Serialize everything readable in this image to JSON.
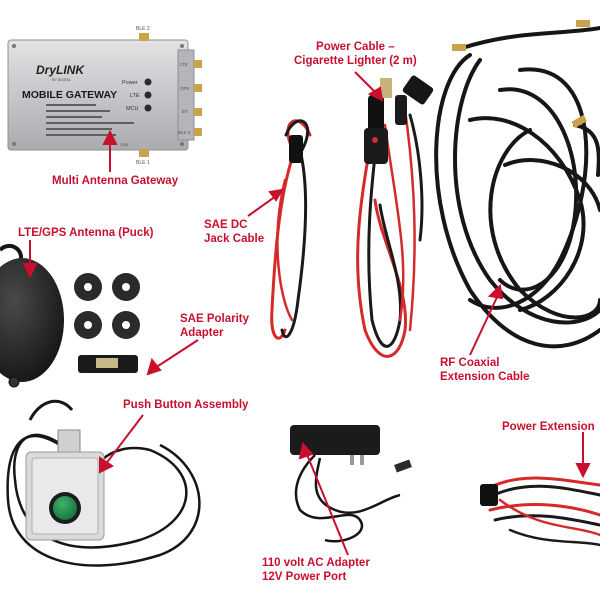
{
  "labels": {
    "multi_antenna_gateway": "Multi Antenna Gateway",
    "power_cable_line1": "Power Cable –",
    "power_cable_line2": "Cigarette Lighter (2 m)",
    "sae_dc_line1": "SAE DC",
    "sae_dc_line2": "Jack Cable",
    "lte_gps_antenna": "LTE/GPS Antenna (Puck)",
    "sae_polarity_line1": "SAE Polarity",
    "sae_polarity_line2": "Adapter",
    "rf_coaxial_line1": "RF Coaxial",
    "rf_coaxial_line2": "Extension Cable",
    "push_button_assembly": "Push Button Assembly",
    "power_extension": "Power Extension",
    "ac_adapter_line1": "110 volt AC Adapter",
    "ac_adapter_line2": "12V Power Port"
  },
  "gateway": {
    "logo": "DryLINK",
    "logo_sub": "BY DIGITAL",
    "title": "MOBILE GATEWAY",
    "led_power": "Power",
    "led_lte": "LTE",
    "led_mcu": "MCU",
    "port_ble2": "BLE 2",
    "port_lte": "LTE",
    "port_gps": "GPS",
    "port_bt": "BT",
    "port_ble3": "BLE 3",
    "port_ble1": "BLE 1",
    "port_usb": "USB"
  },
  "colors": {
    "label_red": "#c8102e",
    "cable_black": "#1a1a1a",
    "cable_red": "#d42a2a",
    "metal": "#c9cacc",
    "button_green": "#1f8a4c"
  }
}
